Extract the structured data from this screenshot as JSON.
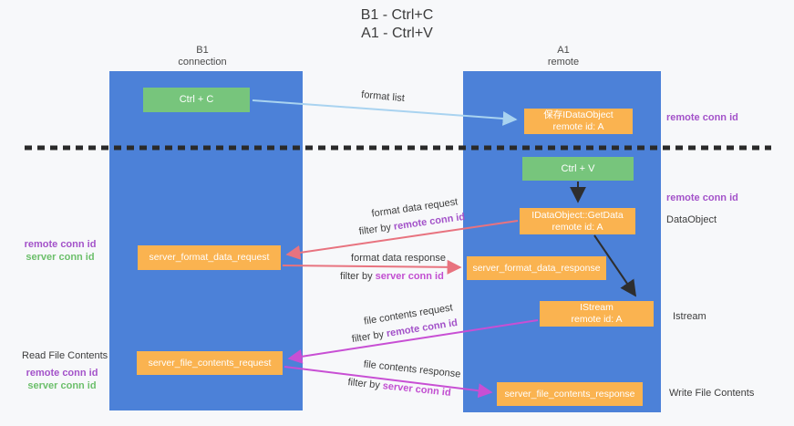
{
  "title": {
    "line1": "B1 - Ctrl+C",
    "line2": "A1 - Ctrl+V"
  },
  "columns": {
    "left": {
      "name": "B1",
      "subtitle": "connection"
    },
    "right": {
      "name": "A1",
      "subtitle": "remote"
    }
  },
  "boxes": {
    "ctrl_c": {
      "label": "Ctrl + C"
    },
    "save_idataobject": {
      "line1": "保存IDataObject",
      "line2": "remote id: A"
    },
    "ctrl_v": {
      "label": "Ctrl + V"
    },
    "idataobject_getdata": {
      "line1": "IDataObject::GetData",
      "line2": "remote id: A"
    },
    "server_format_data_request": {
      "label": "server_format_data_request"
    },
    "server_format_data_response": {
      "label": "server_format_data_response"
    },
    "istream": {
      "line1": "IStream",
      "line2": "remote id: A"
    },
    "server_file_contents_request": {
      "label": "server_file_contents_request"
    },
    "server_file_contents_response": {
      "label": "server_file_contents_response"
    }
  },
  "arrows": {
    "format_list": {
      "label": "format list"
    },
    "format_data_request": {
      "label": "format data request",
      "filter_prefix": "filter by",
      "filter_key": "remote conn id"
    },
    "format_data_response": {
      "label": "format data response",
      "filter_prefix": "filter by",
      "filter_key": "server conn id"
    },
    "file_contents_request": {
      "label": "file contents request",
      "filter_prefix": "filter by",
      "filter_key": "remote conn id"
    },
    "file_contents_response": {
      "label": "file contents response",
      "filter_prefix": "filter by",
      "filter_key": "server conn id"
    }
  },
  "side_labels": {
    "right_remote_conn_id_1": "remote conn id",
    "right_remote_conn_id_2": "remote conn id",
    "data_object": "DataObject",
    "istream": "Istream",
    "write_file_contents": "Write File Contents",
    "left_remote_conn_id_1": "remote conn id",
    "left_server_conn_id_1": "server conn id",
    "read_file_contents": "Read File Contents",
    "left_remote_conn_id_2": "remote conn id",
    "left_server_conn_id_2": "server conn id"
  },
  "colors": {
    "background": "#F7F8FA",
    "column_blue": "#4C81D8",
    "box_green": "#77C57C",
    "box_orange": "#FAB350",
    "arrow_light_blue": "#A9D3F0",
    "arrow_salmon": "#E8737F",
    "arrow_magenta": "#C84FD4",
    "arrow_black": "#2E2E2E",
    "text_purple": "#A352C9",
    "text_green": "#6CBF6B",
    "text_dark": "#3C3C3C"
  }
}
